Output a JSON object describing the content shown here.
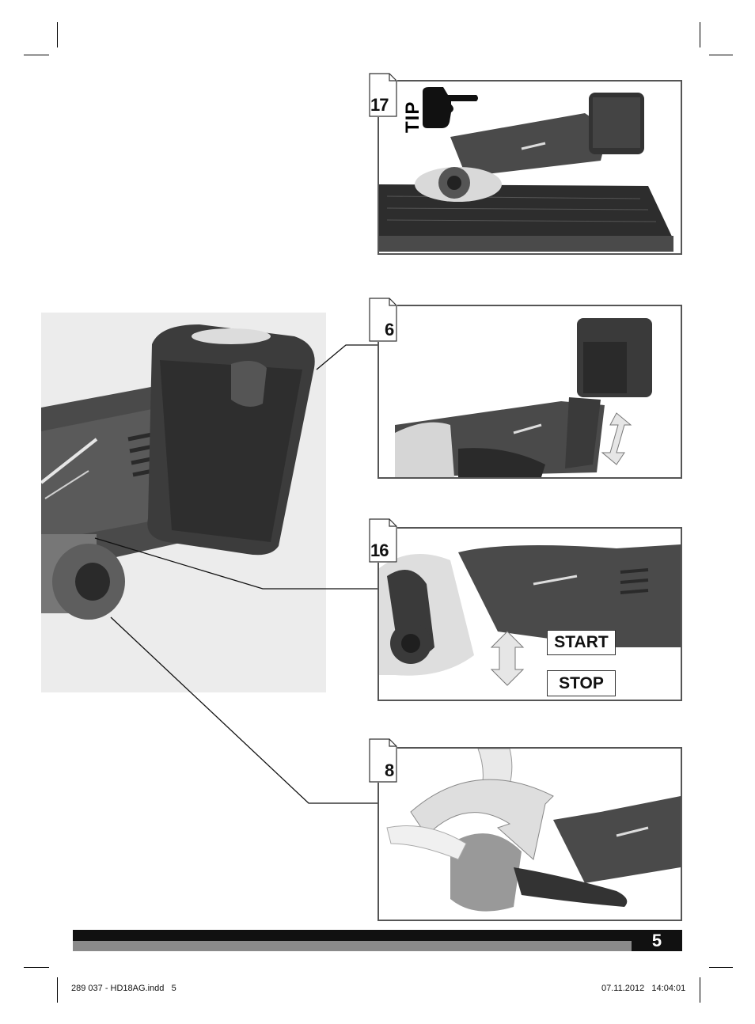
{
  "figures": [
    {
      "number": "17",
      "tip": "TIP"
    },
    {
      "number": "6"
    },
    {
      "number": "16",
      "start_label": "START",
      "stop_label": "STOP"
    },
    {
      "number": "8"
    }
  ],
  "page_number": "5",
  "footer": {
    "file": "289 037 - HD18AG.indd   5",
    "date": "07.11.2012   14:04:01"
  }
}
